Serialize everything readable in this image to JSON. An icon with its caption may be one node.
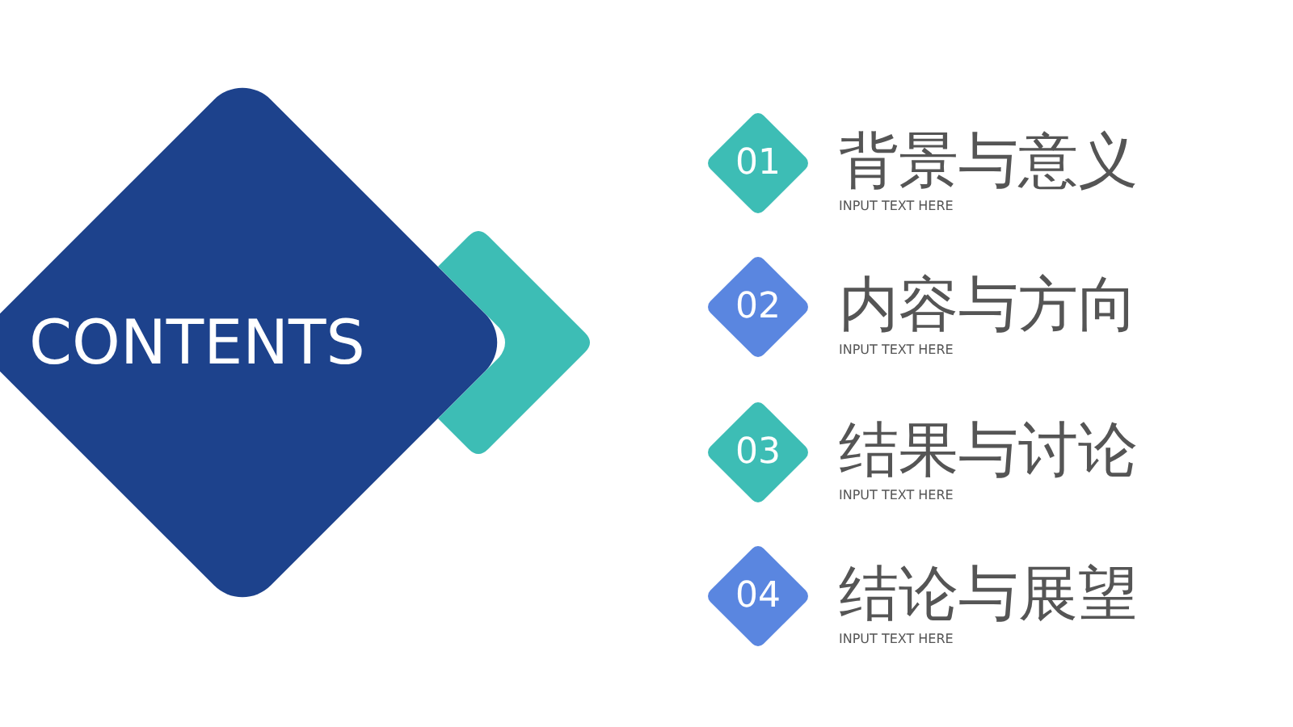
{
  "diagram": {
    "nodes": [
      {
        "text": [
          "CONTENTS"
        ]
      },
      {
        "text": [],
        "shape": "diamond"
      },
      {
        "text": [
          "01"
        ],
        "beside": [
          "背景与意义",
          "INPUT TEXT HERE"
        ]
      },
      {
        "text": [
          "02"
        ],
        "beside": [
          "内容与方向",
          "INPUT TEXT HERE"
        ]
      },
      {
        "text": [
          "03"
        ],
        "beside": [
          "结果与讨论",
          "INPUT TEXT HERE"
        ]
      },
      {
        "text": [
          "04"
        ],
        "beside": [
          "结论与展望",
          "INPUT TEXT HERE"
        ]
      }
    ],
    "edges": []
  }
}
